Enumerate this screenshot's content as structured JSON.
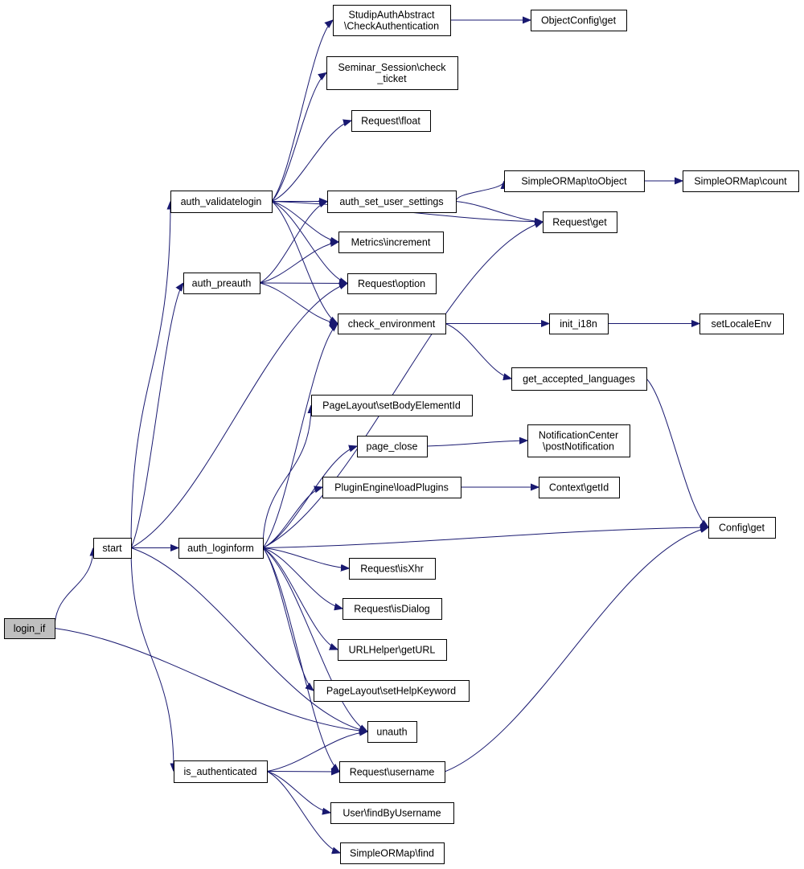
{
  "graph": {
    "nodes": [
      {
        "id": "login_if",
        "lines": [
          "login_if"
        ]
      },
      {
        "id": "start",
        "lines": [
          "start"
        ]
      },
      {
        "id": "auth_validatelogin",
        "lines": [
          "auth_validatelogin"
        ]
      },
      {
        "id": "auth_preauth",
        "lines": [
          "auth_preauth"
        ]
      },
      {
        "id": "auth_loginform",
        "lines": [
          "auth_loginform"
        ]
      },
      {
        "id": "is_authenticated",
        "lines": [
          "is_authenticated"
        ]
      },
      {
        "id": "StudipAuthAbstract_CheckAuthentication",
        "lines": [
          "StudipAuthAbstract",
          "\\CheckAuthentication"
        ]
      },
      {
        "id": "Seminar_Session_check_ticket",
        "lines": [
          "Seminar_Session\\check",
          "_ticket"
        ]
      },
      {
        "id": "Request_float",
        "lines": [
          "Request\\float"
        ]
      },
      {
        "id": "auth_set_user_settings",
        "lines": [
          "auth_set_user_settings"
        ]
      },
      {
        "id": "Metrics_increment",
        "lines": [
          "Metrics\\increment"
        ]
      },
      {
        "id": "Request_option",
        "lines": [
          "Request\\option"
        ]
      },
      {
        "id": "check_environment",
        "lines": [
          "check_environment"
        ]
      },
      {
        "id": "PageLayout_setBodyElementId",
        "lines": [
          "PageLayout\\setBodyElementId"
        ]
      },
      {
        "id": "page_close",
        "lines": [
          "page_close"
        ]
      },
      {
        "id": "PluginEngine_loadPlugins",
        "lines": [
          "PluginEngine\\loadPlugins"
        ]
      },
      {
        "id": "Request_isXhr",
        "lines": [
          "Request\\isXhr"
        ]
      },
      {
        "id": "Request_isDialog",
        "lines": [
          "Request\\isDialog"
        ]
      },
      {
        "id": "URLHelper_getURL",
        "lines": [
          "URLHelper\\getURL"
        ]
      },
      {
        "id": "PageLayout_setHelpKeyword",
        "lines": [
          "PageLayout\\setHelpKeyword"
        ]
      },
      {
        "id": "unauth",
        "lines": [
          "unauth"
        ]
      },
      {
        "id": "Request_username",
        "lines": [
          "Request\\username"
        ]
      },
      {
        "id": "User_findByUsername",
        "lines": [
          "User\\findByUsername"
        ]
      },
      {
        "id": "SimpleORMap_find",
        "lines": [
          "SimpleORMap\\find"
        ]
      },
      {
        "id": "ObjectConfig_get",
        "lines": [
          "ObjectConfig\\get"
        ]
      },
      {
        "id": "SimpleORMap_toObject",
        "lines": [
          "SimpleORMap\\toObject"
        ]
      },
      {
        "id": "Request_get",
        "lines": [
          "Request\\get"
        ]
      },
      {
        "id": "init_i18n",
        "lines": [
          "init_i18n"
        ]
      },
      {
        "id": "get_accepted_languages",
        "lines": [
          "get_accepted_languages"
        ]
      },
      {
        "id": "NotificationCenter_postNotification",
        "lines": [
          "NotificationCenter",
          "\\postNotification"
        ]
      },
      {
        "id": "Context_getId",
        "lines": [
          "Context\\getId"
        ]
      },
      {
        "id": "Config_get",
        "lines": [
          "Config\\get"
        ]
      },
      {
        "id": "SimpleORMap_count",
        "lines": [
          "SimpleORMap\\count"
        ]
      },
      {
        "id": "setLocaleEnv",
        "lines": [
          "setLocaleEnv"
        ]
      }
    ],
    "edges": [
      [
        "login_if",
        "start"
      ],
      [
        "login_if",
        "unauth"
      ],
      [
        "start",
        "auth_validatelogin"
      ],
      [
        "start",
        "auth_preauth"
      ],
      [
        "start",
        "Request_option"
      ],
      [
        "start",
        "auth_loginform"
      ],
      [
        "start",
        "unauth"
      ],
      [
        "start",
        "is_authenticated"
      ],
      [
        "auth_validatelogin",
        "StudipAuthAbstract_CheckAuthentication"
      ],
      [
        "auth_validatelogin",
        "Seminar_Session_check_ticket"
      ],
      [
        "auth_validatelogin",
        "Request_float"
      ],
      [
        "auth_validatelogin",
        "Request_get"
      ],
      [
        "auth_validatelogin",
        "auth_set_user_settings"
      ],
      [
        "auth_validatelogin",
        "Metrics_increment"
      ],
      [
        "auth_validatelogin",
        "Request_option"
      ],
      [
        "auth_validatelogin",
        "check_environment"
      ],
      [
        "auth_preauth",
        "auth_set_user_settings"
      ],
      [
        "auth_preauth",
        "Metrics_increment"
      ],
      [
        "auth_preauth",
        "Request_option"
      ],
      [
        "auth_preauth",
        "check_environment"
      ],
      [
        "auth_loginform",
        "check_environment"
      ],
      [
        "auth_loginform",
        "Request_get"
      ],
      [
        "auth_loginform",
        "PageLayout_setBodyElementId"
      ],
      [
        "auth_loginform",
        "page_close"
      ],
      [
        "auth_loginform",
        "PluginEngine_loadPlugins"
      ],
      [
        "auth_loginform",
        "Config_get"
      ],
      [
        "auth_loginform",
        "Request_isXhr"
      ],
      [
        "auth_loginform",
        "Request_isDialog"
      ],
      [
        "auth_loginform",
        "URLHelper_getURL"
      ],
      [
        "auth_loginform",
        "PageLayout_setHelpKeyword"
      ],
      [
        "auth_loginform",
        "unauth"
      ],
      [
        "auth_loginform",
        "Request_username"
      ],
      [
        "is_authenticated",
        "unauth"
      ],
      [
        "is_authenticated",
        "Request_username"
      ],
      [
        "is_authenticated",
        "User_findByUsername"
      ],
      [
        "is_authenticated",
        "SimpleORMap_find"
      ],
      [
        "StudipAuthAbstract_CheckAuthentication",
        "ObjectConfig_get"
      ],
      [
        "auth_set_user_settings",
        "SimpleORMap_toObject"
      ],
      [
        "auth_set_user_settings",
        "Request_get"
      ],
      [
        "SimpleORMap_toObject",
        "SimpleORMap_count"
      ],
      [
        "check_environment",
        "init_i18n"
      ],
      [
        "check_environment",
        "get_accepted_languages"
      ],
      [
        "init_i18n",
        "setLocaleEnv"
      ],
      [
        "get_accepted_languages",
        "Config_get"
      ],
      [
        "page_close",
        "NotificationCenter_postNotification"
      ],
      [
        "PluginEngine_loadPlugins",
        "Context_getId"
      ],
      [
        "Request_username",
        "Config_get"
      ]
    ],
    "root": "login_if",
    "colors": {
      "edge": "#191970",
      "root_fill": "#bfbfbf",
      "node_fill": "#ffffff",
      "node_stroke": "#000000"
    }
  }
}
